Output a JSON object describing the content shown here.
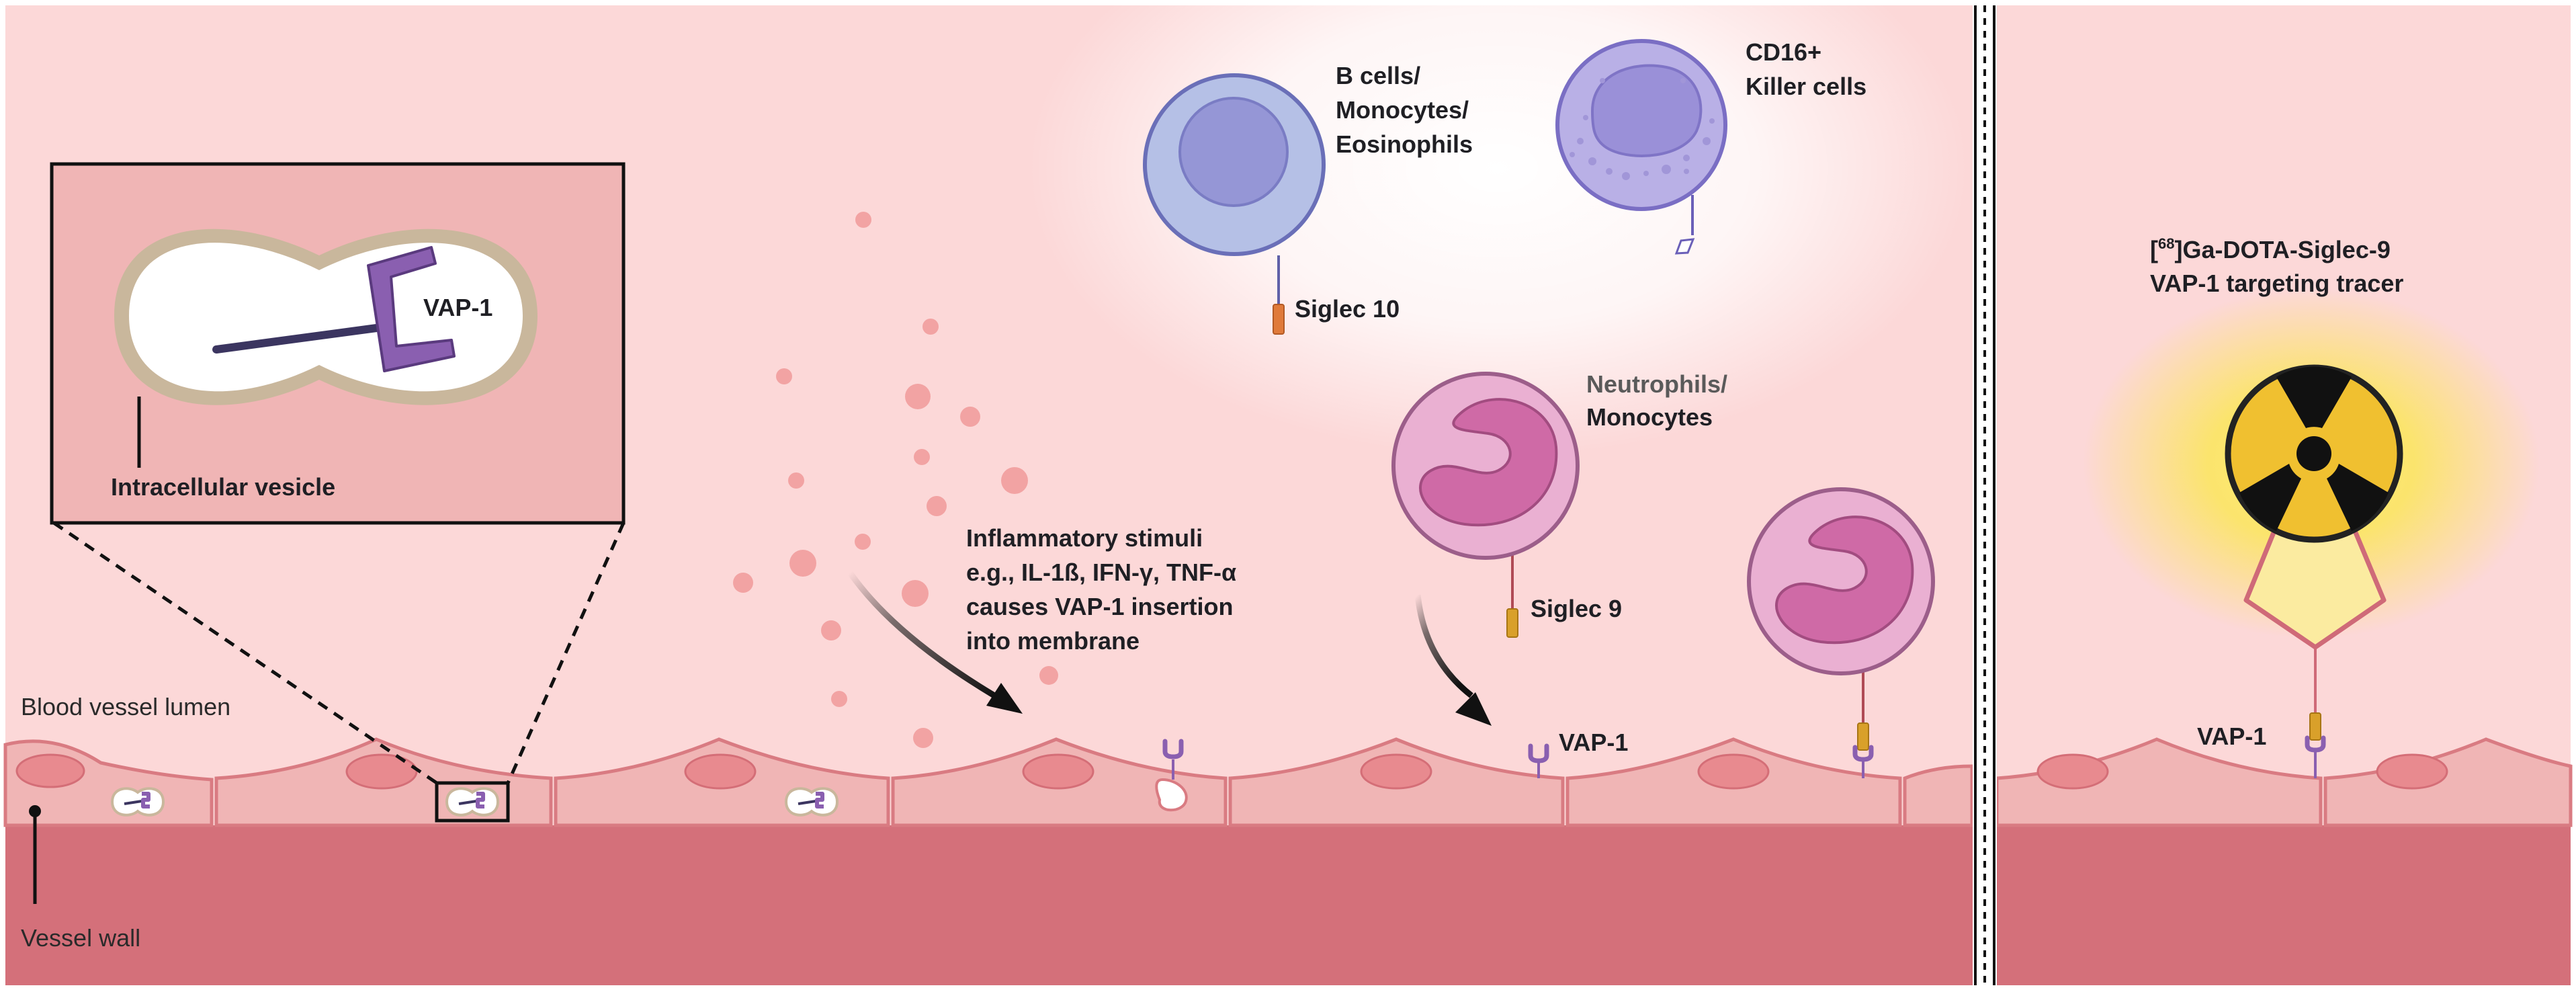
{
  "labels": {
    "vesicle_protein": "VAP-1",
    "vesicle": "Intracellular vesicle",
    "lumen": "Blood vessel lumen",
    "wall": "Vessel wall",
    "b_cells": [
      "B cells/",
      "Monocytes/",
      "Eosinophils"
    ],
    "siglec10": "Siglec 10",
    "cd16": [
      "CD16+",
      "Killer cells"
    ],
    "neutrophils": [
      "Neutrophils/",
      "Monocytes"
    ],
    "siglec9": "Siglec 9",
    "inflammatory": [
      "Inflammatory stimuli",
      "e.g., IL-1ß, IFN-γ, TNF-α",
      "causes VAP-1 insertion",
      "into membrane"
    ],
    "vap1_membrane": "VAP-1",
    "tracer_iso_mass": "68",
    "tracer_title_rest": "Ga-DOTA-Siglec-9",
    "tracer_title_open": "[",
    "tracer_title_mid": "]",
    "tracer_sub": "VAP-1 targeting tracer",
    "vap1_right": "VAP-1"
  },
  "colors": {
    "lumen_bg": "#fcd8d8",
    "wall": "#d4707a",
    "cell_fill": "#f0b5b5",
    "cell_stroke": "#d97b82",
    "nucleus": "#e88a8f",
    "vap1": "#8a5fb0",
    "b_cell": "#b5c0e6",
    "nk_cell": "#b9b0e6",
    "neutrophil": "#eab0d2",
    "siglec": "#e07a3a",
    "tracer": "#f0c030"
  }
}
